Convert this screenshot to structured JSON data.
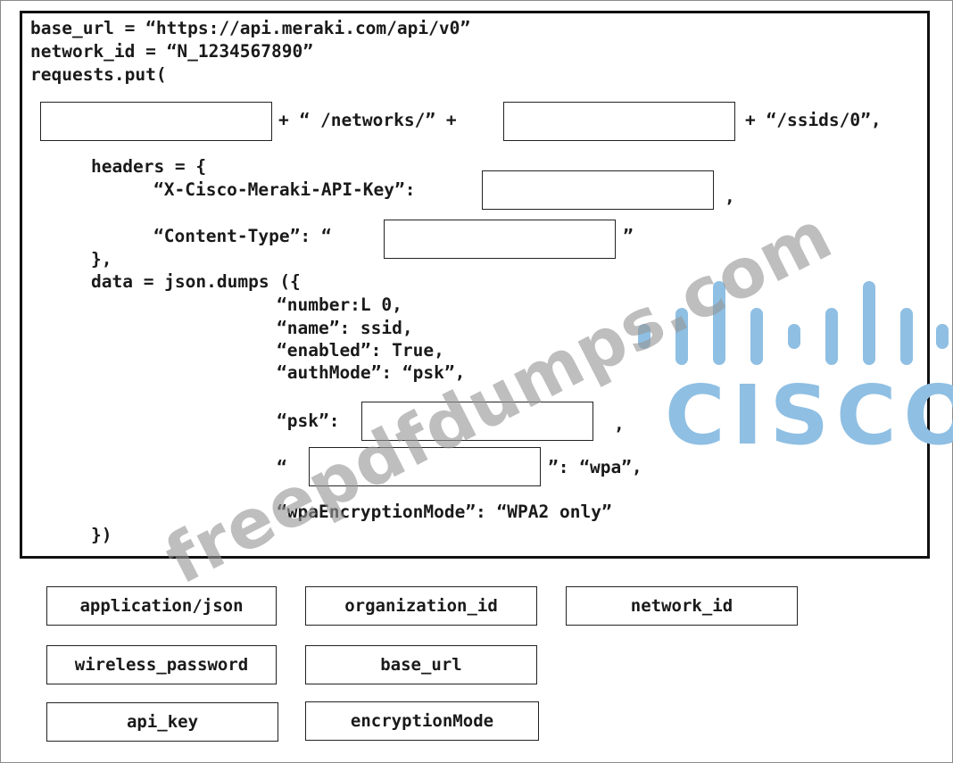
{
  "code": {
    "line1": "base_url = “https://api.meraki.com/api/v0”",
    "line2": "network_id = “N_1234567890”",
    "line3": "requests.put(",
    "url_plus1": "+ “ /networks/” +",
    "url_tail": "+ “/ssids/0”,",
    "headers_open": "headers = {",
    "api_key_label": "“X-Cisco-Meraki-API-Key”:",
    "api_key_comma": ",",
    "content_type_label": "“Content-Type”: “",
    "content_type_close": "”",
    "headers_close": "},",
    "data_open": "data = json.dumps ({",
    "number_line": "“number:L 0,",
    "name_line": "“name”: ssid,",
    "enabled_line": "“enabled”: True,",
    "authmode_line": "“authMode”: “psk”,",
    "psk_label": "“psk”:",
    "psk_comma": ",",
    "enc_open_quote": "“",
    "enc_value": "”: “wpa”,",
    "wpa_line": "“wpaEncryptionMode”: “WPA2 only”",
    "close_line": "})"
  },
  "options": {
    "application_json": "application/json",
    "organization_id": "organization_id",
    "network_id": "network_id",
    "wireless_password": "wireless_password",
    "base_url": "base_url",
    "api_key": "api_key",
    "encryption_mode": "encryptionMode"
  },
  "watermark": "freepdfdumps.com",
  "logo": {
    "wordmark": "CISCO",
    "color": "#8fbfe3"
  }
}
